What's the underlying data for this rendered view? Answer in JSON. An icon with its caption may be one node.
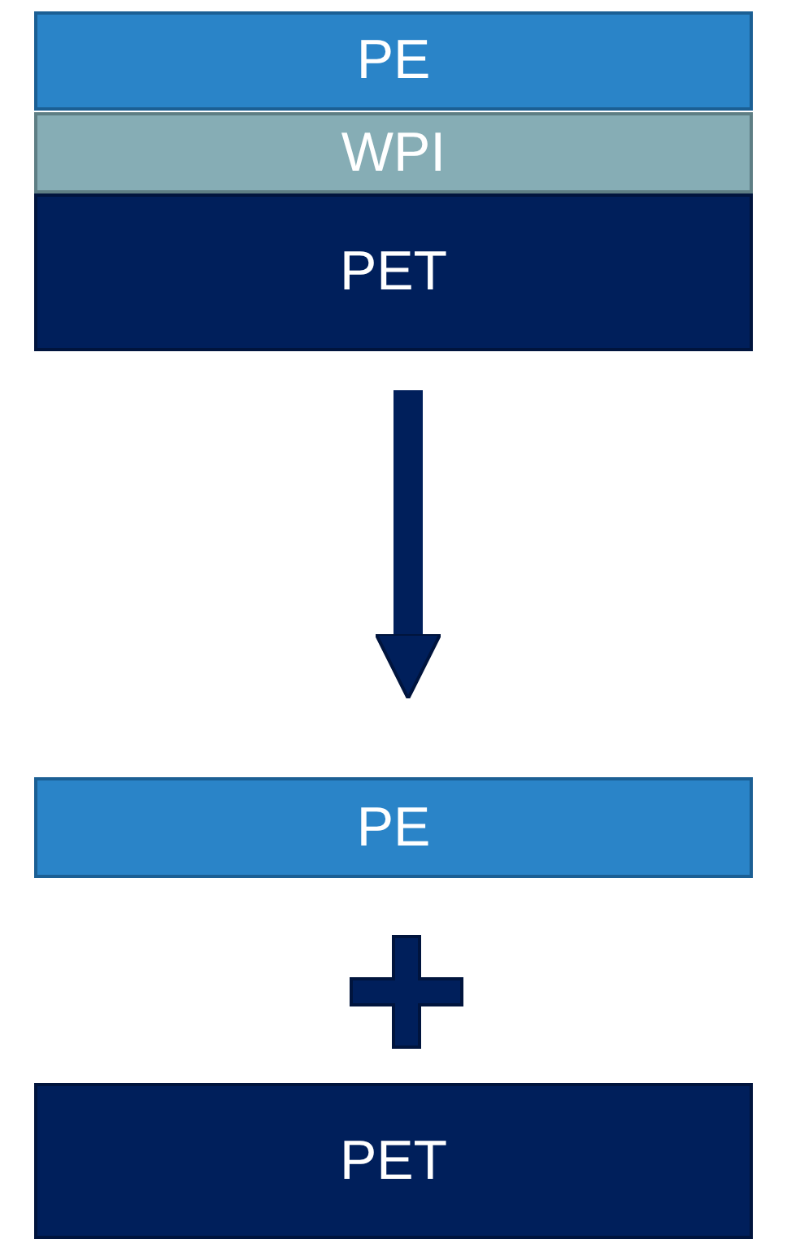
{
  "diagram": {
    "nodes": [
      {
        "text": [
          "PE"
        ]
      },
      {
        "text": [
          "WPI"
        ]
      },
      {
        "text": [
          "PET"
        ]
      },
      {
        "text": [
          "PE"
        ]
      },
      {
        "text": [
          "PET"
        ]
      }
    ],
    "edges": [
      {
        "from": 2,
        "to": 3,
        "arrow": "to"
      }
    ]
  }
}
